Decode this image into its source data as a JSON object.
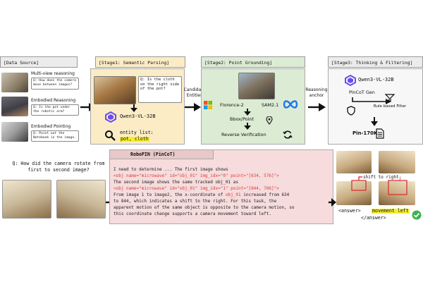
{
  "headers": {
    "source": "[Data Source]",
    "stage1": "[Stage1: Semantic Parsing]",
    "stage2": "[Stage2: Point Grounding]",
    "stage3": "[Stage3: Thinking & Filtering]"
  },
  "source": {
    "mv_title": "Multi-view reasoning",
    "mv_q": "Q: How does the camera move between images?",
    "er_title": "Embodied Reasoning",
    "er_q": "Q: Is the pot under the robotic arm?",
    "ep_title": "Embodied Pointing",
    "ep_q": "Q: Point out the Notebook in the image."
  },
  "stage1": {
    "question": "Q: Is the cloth on the right side of the pot?",
    "model": "Qwen3-VL-32B",
    "entity_label": "entity list:",
    "entity_value": "pot, cloth"
  },
  "connectors": {
    "candidate": "Candidate Entities",
    "anchor": "Reasoning anchor"
  },
  "stage2": {
    "florence": "Florence-2",
    "sam": "SAM2.1",
    "bbox": "Bbox/Point",
    "verify": "Reverse Verification"
  },
  "stage3": {
    "model": "Qwen3-VL-32B",
    "gen": "PinCoT Gen",
    "filter": "Rule based Filter",
    "result": "Pin-170K"
  },
  "example": {
    "question": "Q: How did the camera rotate from first to second image?",
    "model_label": "RoboPIN (PinCoT)",
    "lines": [
      "I need to determine ... The first image shows",
      "<obj name=\"microwave\" id=\"obj_01\" img_idx=\"0\" point=\"[634, 576]\">",
      "The second image shows the same tracked obj_01 as",
      "<obj name=\"microwave\" id=\"obj_01\" img_idx=\"1\" point=\"[844, 706]\">",
      "From image 1 to image2, the x-coordinate of obj_01 increased from 634",
      "to 844, which indicates a shift to the right. For this task, the",
      "apparent motion of the same object is opposite to the camera motion, so",
      "this coordinate change supports a camera movement toward left."
    ],
    "line3_parts": [
      "From image 1 to image2, the x-coordinate of ",
      "obj_01",
      " increased from 634"
    ],
    "shift_label": "shift to right",
    "answer_open": "<answer>",
    "answer_value": "movement left",
    "answer_close": "</answer>"
  },
  "colors": {
    "stage1_bg": "#fbecc6",
    "stage2_bg": "#dcebd4",
    "stage3_bg": "#f7f7f7",
    "reason_bg": "#f6dcdc",
    "header_bg": "#ececec",
    "highlight": "#f5ef2a",
    "accent_red": "#d93b3b",
    "qwen_purple": "#6a4cf2"
  }
}
